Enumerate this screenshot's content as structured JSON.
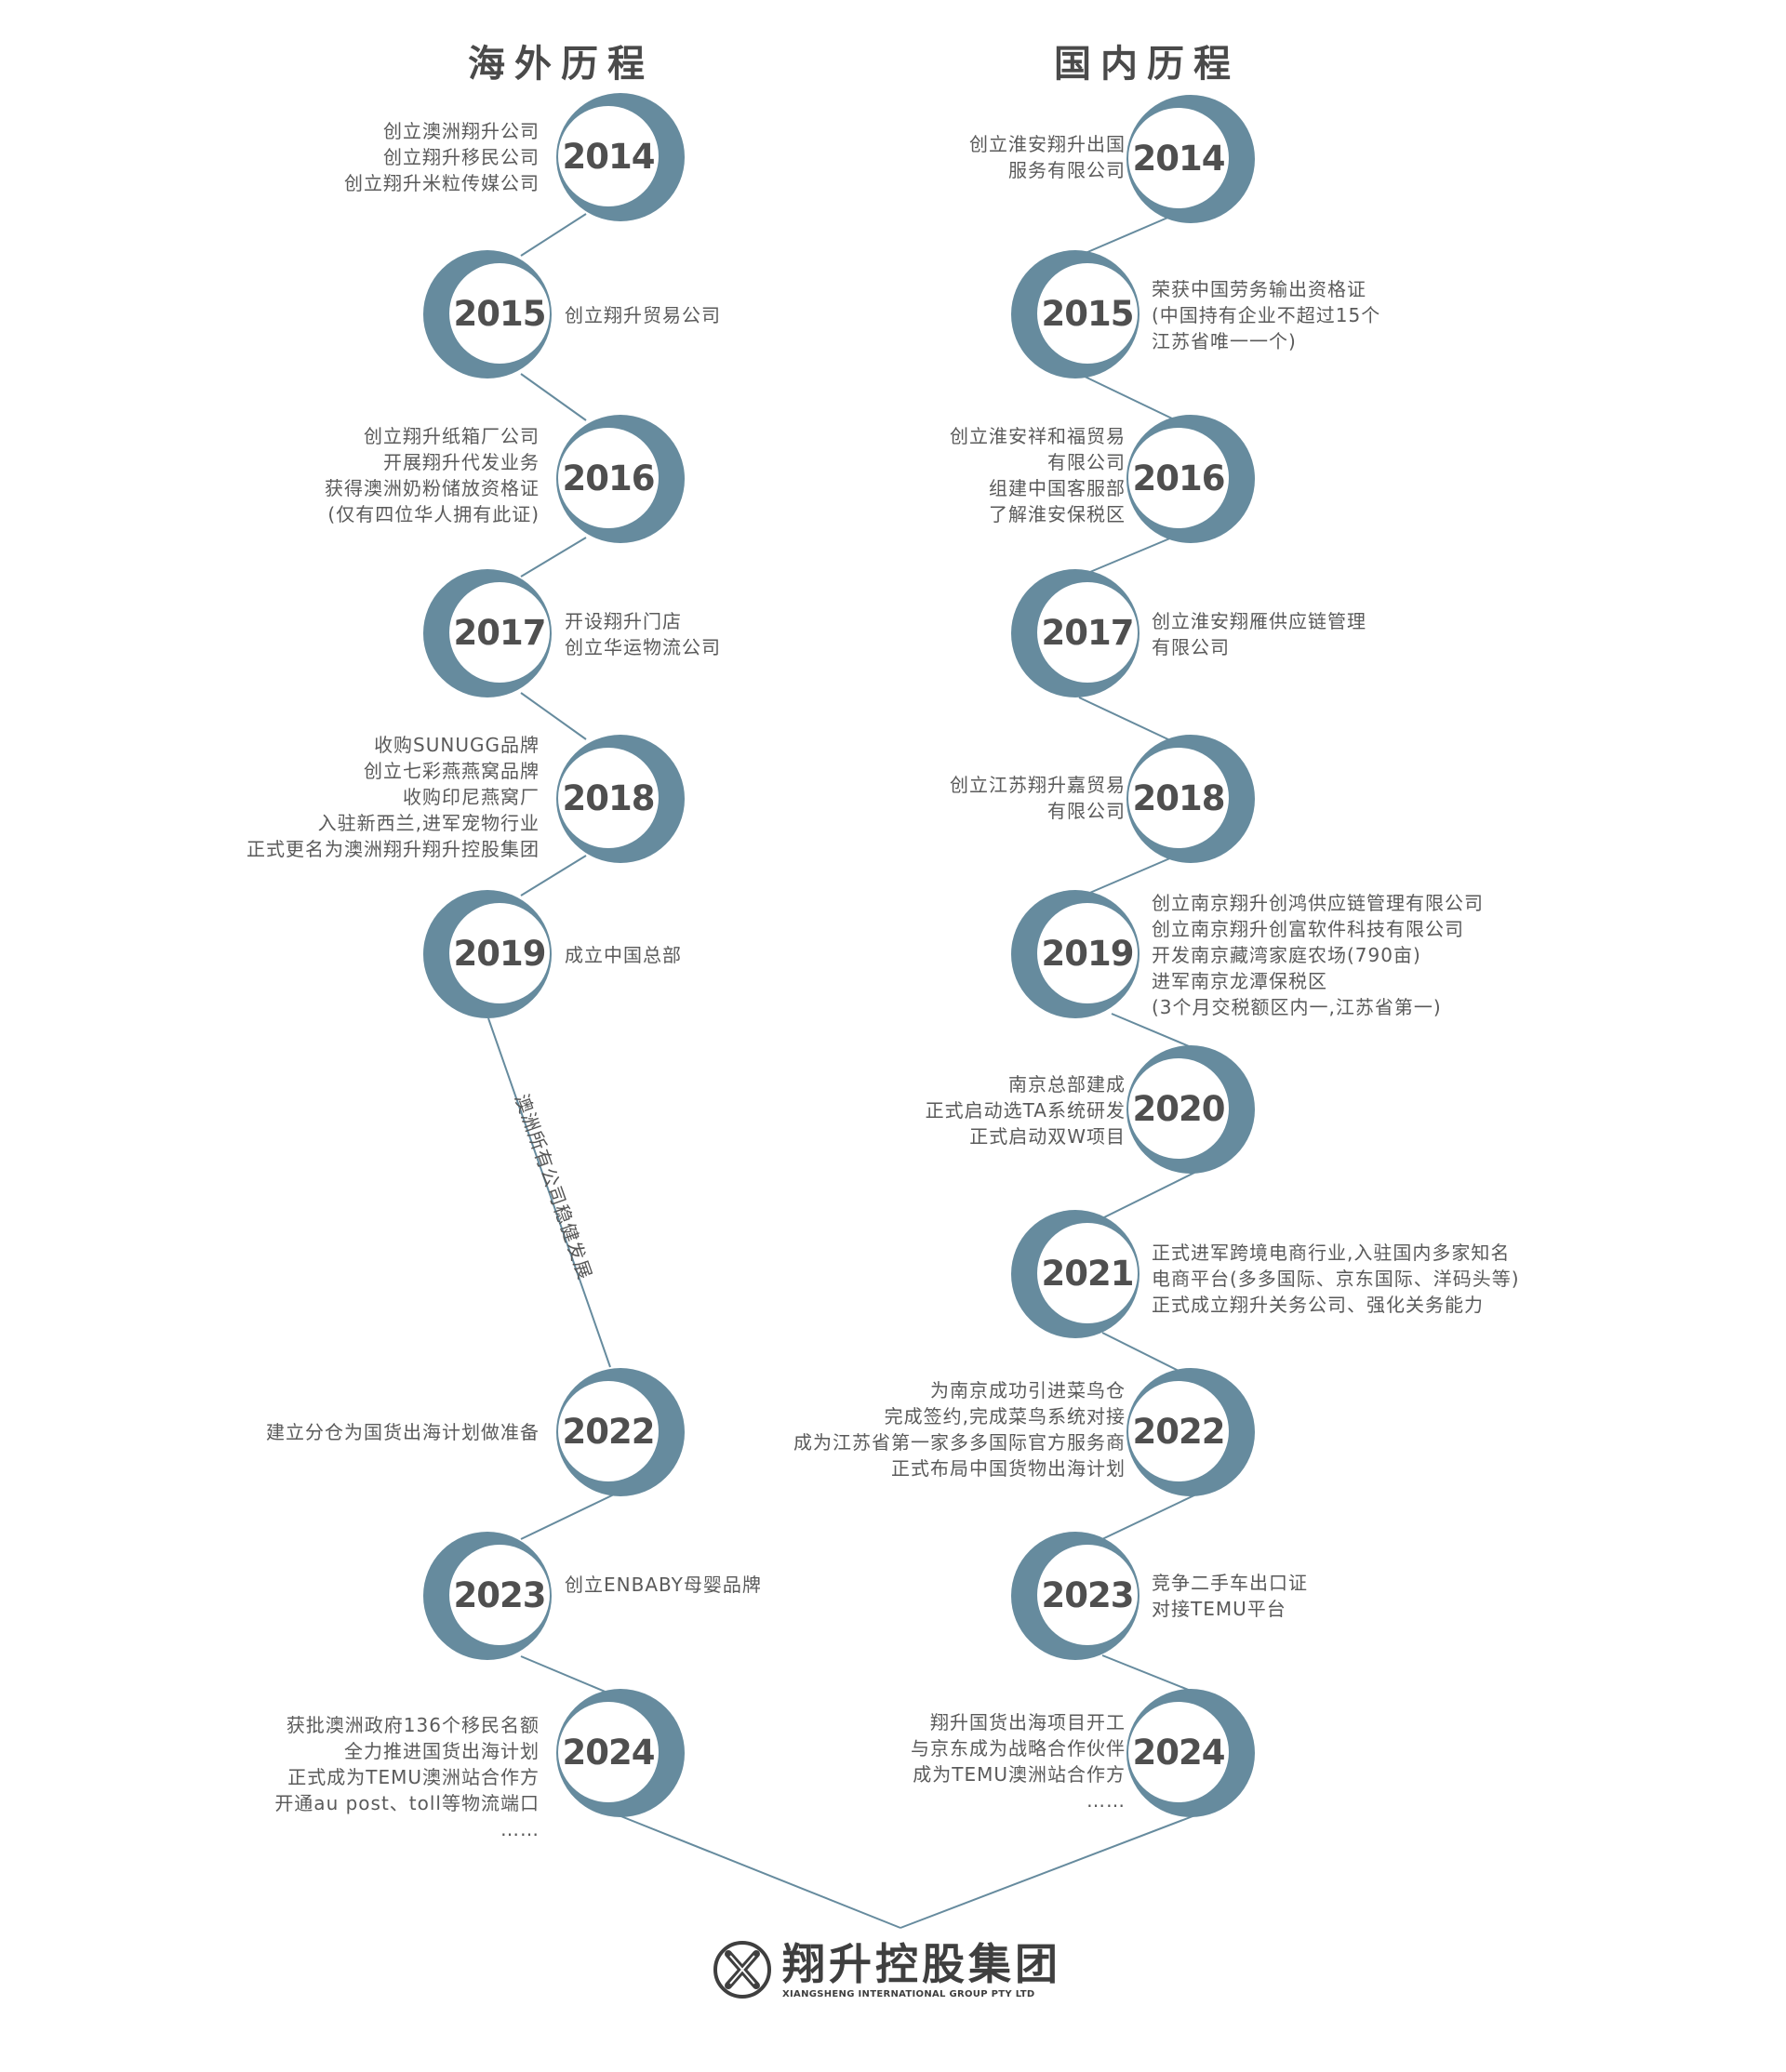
{
  "headers": {
    "overseas": "海外历程",
    "domestic": "国内历程"
  },
  "colors": {
    "accent": "#668b9e",
    "text": "#555555",
    "title": "#4a4a4a",
    "background": "#ffffff"
  },
  "overseas": [
    {
      "year": "2014",
      "lines": [
        "创立澳洲翔升公司",
        "创立翔升移民公司",
        "创立翔升米粒传媒公司"
      ]
    },
    {
      "year": "2015",
      "lines": [
        "创立翔升贸易公司"
      ]
    },
    {
      "year": "2016",
      "lines": [
        "创立翔升纸箱厂公司",
        "开展翔升代发业务",
        "获得澳洲奶粉储放资格证",
        "(仅有四位华人拥有此证)"
      ]
    },
    {
      "year": "2017",
      "lines": [
        "开设翔升门店",
        "创立华运物流公司"
      ]
    },
    {
      "year": "2018",
      "lines": [
        "收购SUNUGG品牌",
        "创立七彩燕燕窝品牌",
        "收购印尼燕窝厂",
        "入驻新西兰,进军宠物行业",
        "正式更名为澳洲翔升翔升控股集团"
      ]
    },
    {
      "year": "2019",
      "lines": [
        "成立中国总部"
      ]
    },
    {
      "year": "2022",
      "lines": [
        "建立分仓为国货出海计划做准备"
      ]
    },
    {
      "year": "2023",
      "lines": [
        "创立ENBABY母婴品牌"
      ]
    },
    {
      "year": "2024",
      "lines": [
        "获批澳洲政府136个移民名额",
        "全力推进国货出海计划",
        "正式成为TEMU澳洲站合作方",
        "开通au post、toll等物流端口",
        "……"
      ]
    }
  ],
  "overseas_gap_note": "澳洲所有公司稳健发展",
  "domestic": [
    {
      "year": "2014",
      "lines": [
        "创立淮安翔升出国",
        "服务有限公司"
      ]
    },
    {
      "year": "2015",
      "lines": [
        "荣获中国劳务输出资格证",
        "(中国持有企业不超过15个",
        "江苏省唯一一个)"
      ]
    },
    {
      "year": "2016",
      "lines": [
        "创立淮安祥和福贸易",
        "有限公司",
        "组建中国客服部",
        "了解淮安保税区"
      ]
    },
    {
      "year": "2017",
      "lines": [
        "创立淮安翔雁供应链管理",
        "有限公司"
      ]
    },
    {
      "year": "2018",
      "lines": [
        "创立江苏翔升嘉贸易",
        "有限公司"
      ]
    },
    {
      "year": "2019",
      "lines": [
        "创立南京翔升创鸿供应链管理有限公司",
        "创立南京翔升创富软件科技有限公司",
        "开发南京藏湾家庭农场(790亩)",
        "进军南京龙潭保税区",
        "(3个月交税额区内一,江苏省第一)"
      ]
    },
    {
      "year": "2020",
      "lines": [
        "南京总部建成",
        "正式启动选TA系统研发",
        "正式启动双W项目"
      ]
    },
    {
      "year": "2021",
      "lines": [
        "正式进军跨境电商行业,入驻国内多家知名",
        "电商平台(多多国际、京东国际、洋码头等)",
        "正式成立翔升关务公司、强化关务能力"
      ]
    },
    {
      "year": "2022",
      "lines": [
        "为南京成功引进菜鸟仓",
        "完成签约,完成菜鸟系统对接",
        "成为江苏省第一家多多国际官方服务商",
        "正式布局中国货物出海计划"
      ]
    },
    {
      "year": "2023",
      "lines": [
        "竞争二手车出口证",
        "对接TEMU平台"
      ]
    },
    {
      "year": "2024",
      "lines": [
        "翔升国货出海项目开工",
        "与京东成为战略合作伙伴",
        "成为TEMU澳洲站合作方",
        "……"
      ]
    }
  ],
  "footer": {
    "brand_cn": "翔升控股集团",
    "brand_en": "XIANGSHENG INTERNATIONAL GROUP PTY LTD",
    "logo_icon": "x-circle-logo-icon"
  }
}
